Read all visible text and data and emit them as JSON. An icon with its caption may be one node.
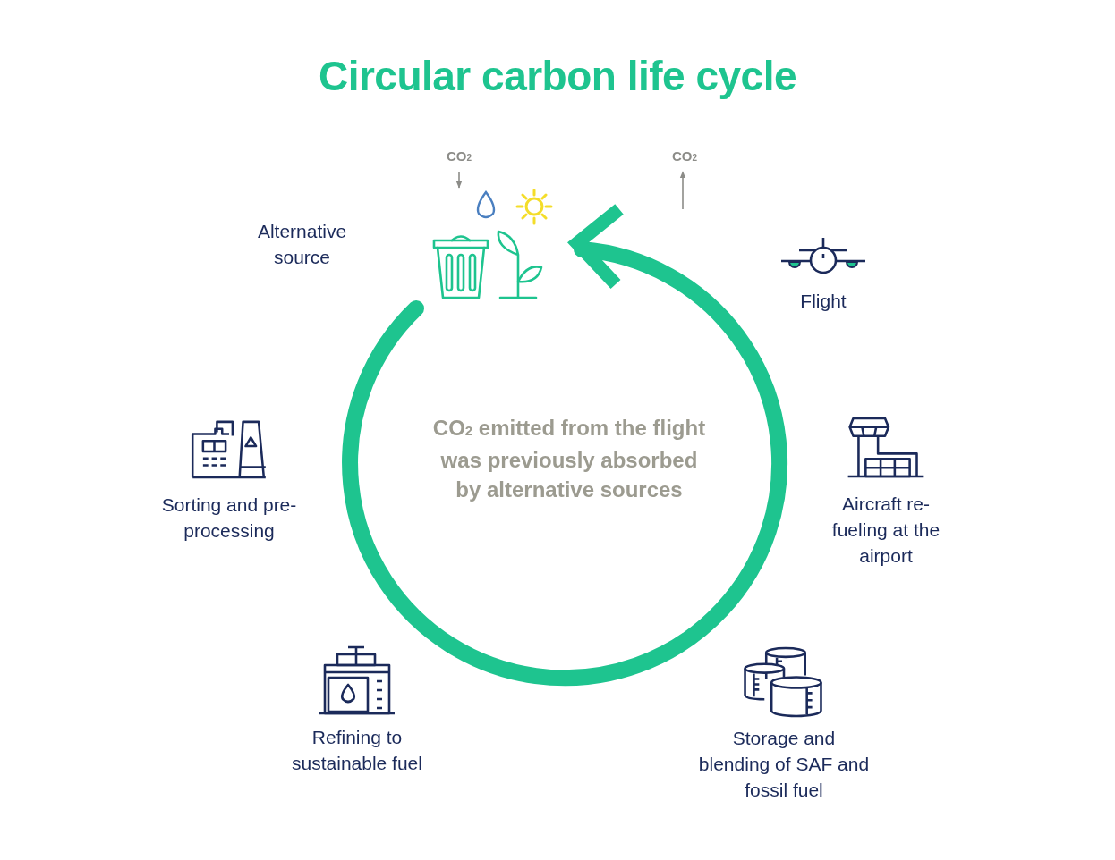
{
  "diagram": {
    "title": "Circular carbon life cycle",
    "nodes": [
      {
        "text": [
          "Alternative source"
        ]
      },
      {
        "text": [
          "Flight"
        ]
      },
      {
        "text": [
          "Aircraft re-fueling at the airport"
        ]
      },
      {
        "text": [
          "Storage and blending of SAF and fossil fuel"
        ]
      },
      {
        "text": [
          "Refining to sustainable fuel"
        ]
      },
      {
        "text": [
          "Sorting and pre-processing"
        ]
      },
      {
        "text": [
          "CO$_{2}$"
        ]
      },
      {
        "text": [
          "CO$_{2}$"
        ]
      }
    ],
    "edges": [
      {
        "from": 6,
        "to": 0,
        "arrow": "to"
      },
      {
        "from": null,
        "to": 7,
        "arrow": "to"
      }
    ],
    "labels": [
      "CO$_{2}$ emitted from the flight was previously absorbed by alternative sources"
    ]
  }
}
